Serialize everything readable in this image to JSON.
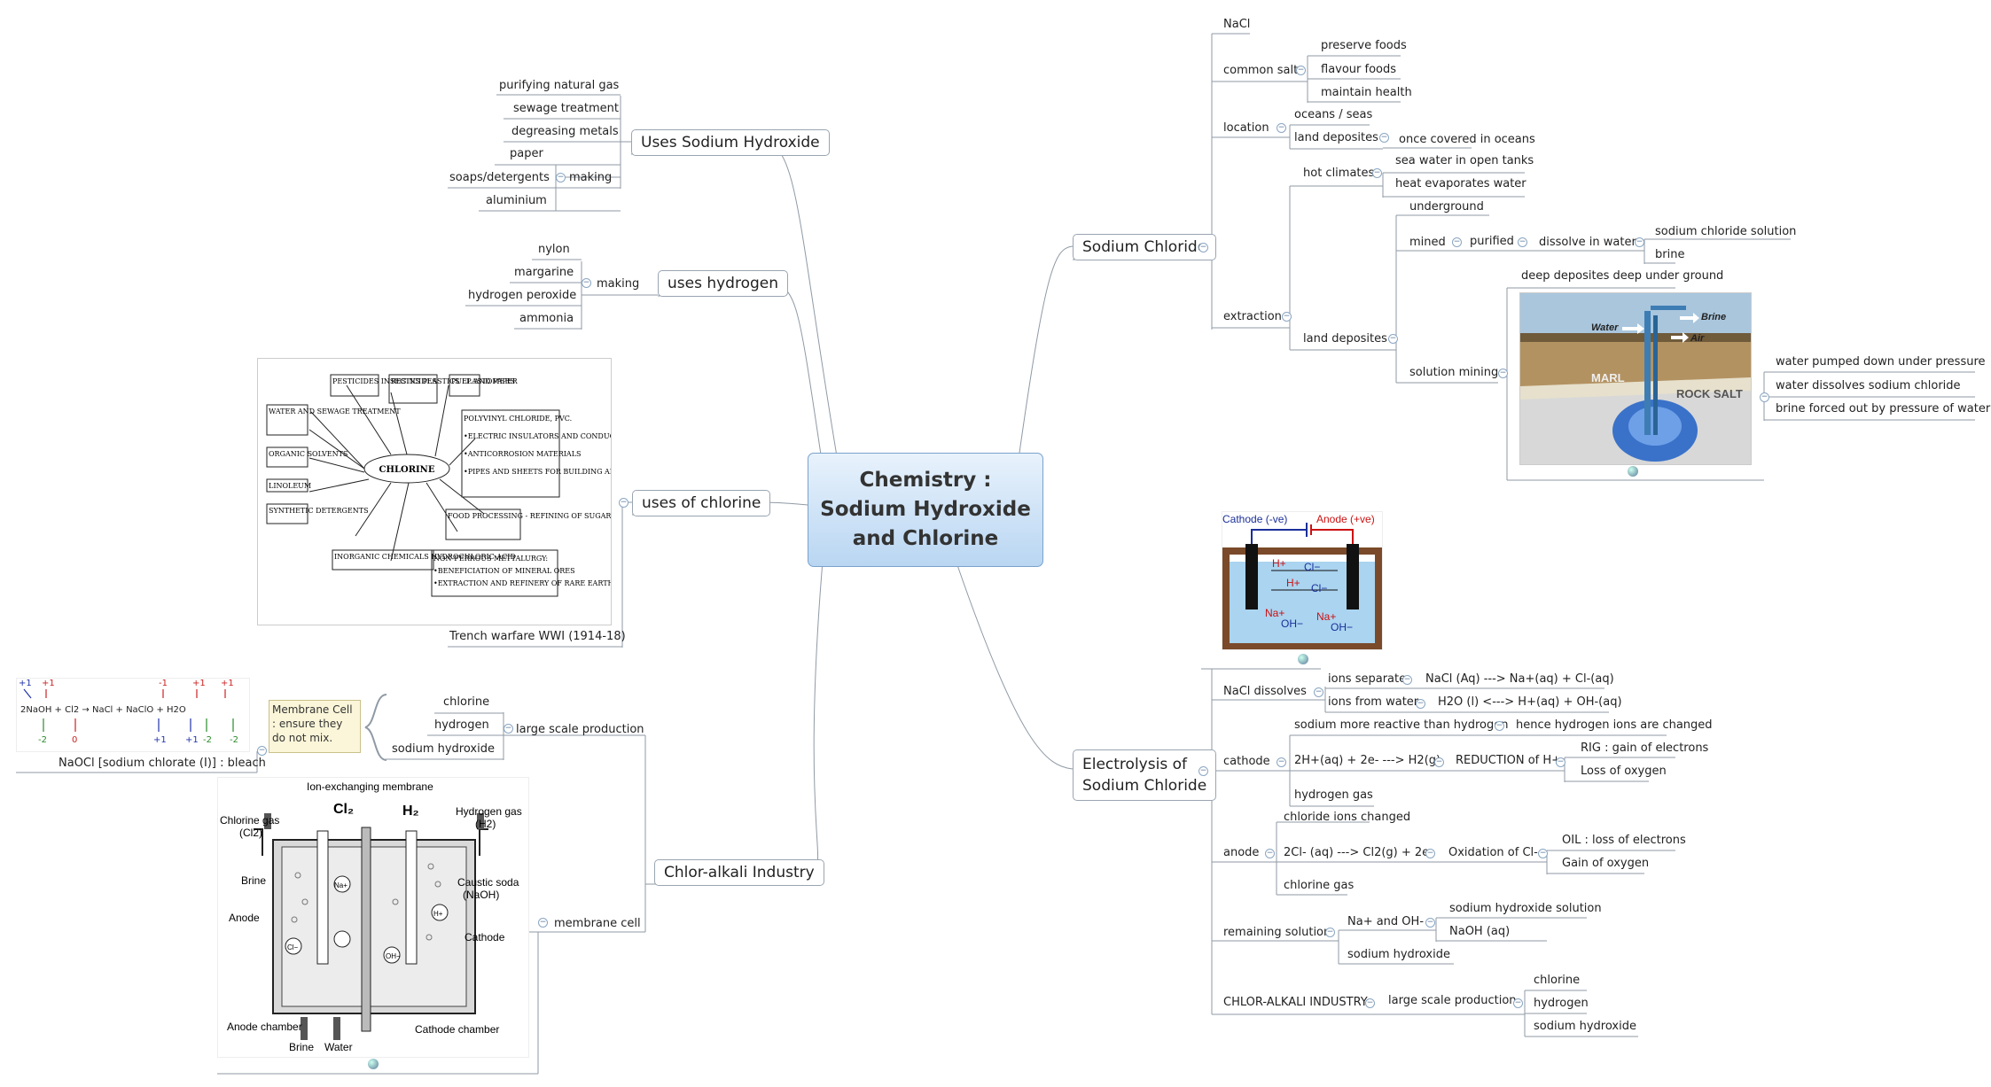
{
  "central": {
    "line1": "Chemistry :",
    "line2": "Sodium Hydroxide",
    "line3": "and Chlorine"
  },
  "uses_naoh": {
    "label": "Uses Sodium Hydroxide",
    "items": [
      "purifying natural gas",
      "sewage treatment",
      "degreasing metals"
    ],
    "making": "making",
    "making_items": [
      "paper",
      "soaps/detergents",
      "aluminium"
    ]
  },
  "uses_h2": {
    "label": "uses hydrogen",
    "making": "making",
    "items": [
      "nylon",
      "margarine",
      "hydrogen peroxide",
      "ammonia"
    ]
  },
  "uses_cl": {
    "label": "uses of chlorine",
    "caption": "Trench warfare WWI (1914-18)",
    "image": {
      "center": "CHLORINE",
      "boxes": [
        "PESTICIDES INSECTICIDES",
        "RESINS PLASTICS ELASTOMERS",
        "PULP AND PAPER",
        "WATER AND SEWAGE TREATMENT",
        "ORGANIC SOLVENTS",
        "LINOLEUM",
        "SYNTHETIC DETERGENTS",
        "INORGANIC CHEMICALS HYDROCHLORIC ACID",
        "FOOD PROCESSING - REFINING OF SUGAR, OILS, FATS & WAXES"
      ],
      "pvc": [
        "POLYVINYL CHLORIDE, PVC.",
        "•ELECTRIC INSULATORS AND CONDUCTOR PIPES",
        "•ANTICORROSION MATERIALS",
        "•PIPES AND SHEETS FOR BUILDING AND MACHINE CONSTRUCTION"
      ],
      "metal": [
        "NON-FERROUS METTALURGY:",
        "•BENEFICIATION OF MINERAL ORES",
        "•EXTRACTION AND REFINERY OF RARE EARTHS AND PRECIOUS METALS"
      ]
    }
  },
  "chlor_alkali": {
    "label": "Chlor-alkali Industry",
    "lsp": "large scale production",
    "lsp_items": [
      "chlorine",
      "hydrogen",
      "sodium hydroxide"
    ],
    "membrane": "membrane cell",
    "note": "Membrane Cell : ensure they do not mix.",
    "naocl": "NaOCl [sodium chlorate (I)] : bleach",
    "eq": {
      "ox_top": [
        "+1",
        "+1",
        "-1",
        "+1",
        "+1"
      ],
      "eq": "2NaOH  +  Cl2   →   NaCl  +  NaClO  +  H2O",
      "ox_bottom": [
        "-2",
        "0",
        "+1",
        "+1",
        "-2",
        "-2"
      ]
    },
    "cell": {
      "title": "Ion-exchanging membrane",
      "cl2": "Cl₂",
      "h2": "H₂",
      "chlorine_gas": "Chlorine gas",
      "chlorine_formula": "(Cl2)",
      "hydrogen_gas": "Hydrogen gas",
      "hydrogen_formula": "(H2)",
      "brine": "Brine",
      "anode": "Anode",
      "caustic": "Caustic soda",
      "caustic_formula": "(NaOH)",
      "cathode": "Cathode",
      "anode_chamber": "Anode chamber",
      "cathode_chamber": "Cathode chamber",
      "brine_in": "Brine",
      "water_in": "Water",
      "na": "Na+",
      "h": "H+",
      "cl": "Cl−",
      "oh": "OH−"
    }
  },
  "nacl": {
    "label": "Sodium Chloride",
    "formula": "NaCl",
    "common_salt": "common salt",
    "common_items": [
      "preserve foods",
      "flavour foods",
      "maintain health"
    ],
    "location": "location",
    "oceans": "oceans / seas",
    "land": "land deposites",
    "covered": "once covered in oceans",
    "extraction": "extraction",
    "hot": "hot climates",
    "hot_items": [
      "sea water in open tanks",
      "heat evaporates water"
    ],
    "land2": "land deposites",
    "underground": "underground",
    "mined": "mined",
    "purified": "purified",
    "dissolve": "dissolve in water",
    "dissolve_items": [
      "sodium chloride solution",
      "brine"
    ],
    "deep": "deep deposites deep under ground",
    "solution_mining": "solution mining",
    "sm_items": [
      "water pumped down under pressure",
      "water dissolves sodium chloride",
      "brine forced out by pressure of water"
    ],
    "img": {
      "water": "Water",
      "brine": "Brine",
      "air": "Air",
      "marl": "MARL",
      "rock": "ROCK SALT"
    }
  },
  "electrolysis": {
    "label1": "Electrolysis of",
    "label2": "Sodium Chloride",
    "img": {
      "cathode": "Cathode (-ve)",
      "anode": "Anode (+ve)",
      "h1": "H+",
      "h2": "H+",
      "cl1": "Cl−",
      "cl2": "Cl−",
      "na1": "Na+",
      "oh1": "OH−",
      "na2": "Na+",
      "oh2": "OH−"
    },
    "dissolves": "NaCl dissolves",
    "ions_sep": "ions separate",
    "eq1": "NaCl (Aq) ---> Na+(aq) + Cl-(aq)",
    "ions_water": "ions from water",
    "eq2": "H2O (l) <---> H+(aq) + OH-(aq)",
    "cathode": "cathode",
    "more_reactive": "sodium more reactive than hydrogen",
    "hence": "hence hydrogen ions are changed",
    "eq3": "2H+(aq) + 2e- ---> H2(g)",
    "reduction": "REDUCTION of H+",
    "rig": "RIG : gain of electrons",
    "loss_o": "Loss of oxygen",
    "h_gas": "hydrogen gas",
    "anode": "anode",
    "cl_changed": "chloride ions changed",
    "eq4": "2Cl- (aq) ---> Cl2(g) + 2e-",
    "oxidation": "Oxidation of Cl-",
    "oil": "OIL : loss of electrons",
    "gain_o": "Gain of oxygen",
    "cl_gas": "chlorine gas",
    "remaining": "remaining solution",
    "naoh_ions": "Na+ and OH-",
    "rem_items": [
      "sodium hydroxide solution",
      "NaOH (aq)"
    ],
    "naoh": "sodium hydroxide",
    "chlor": "CHLOR-ALKALI INDUSTRY",
    "lsp": "large scale production",
    "lsp_items": [
      "chlorine",
      "hydrogen",
      "sodium hydroxide"
    ]
  }
}
